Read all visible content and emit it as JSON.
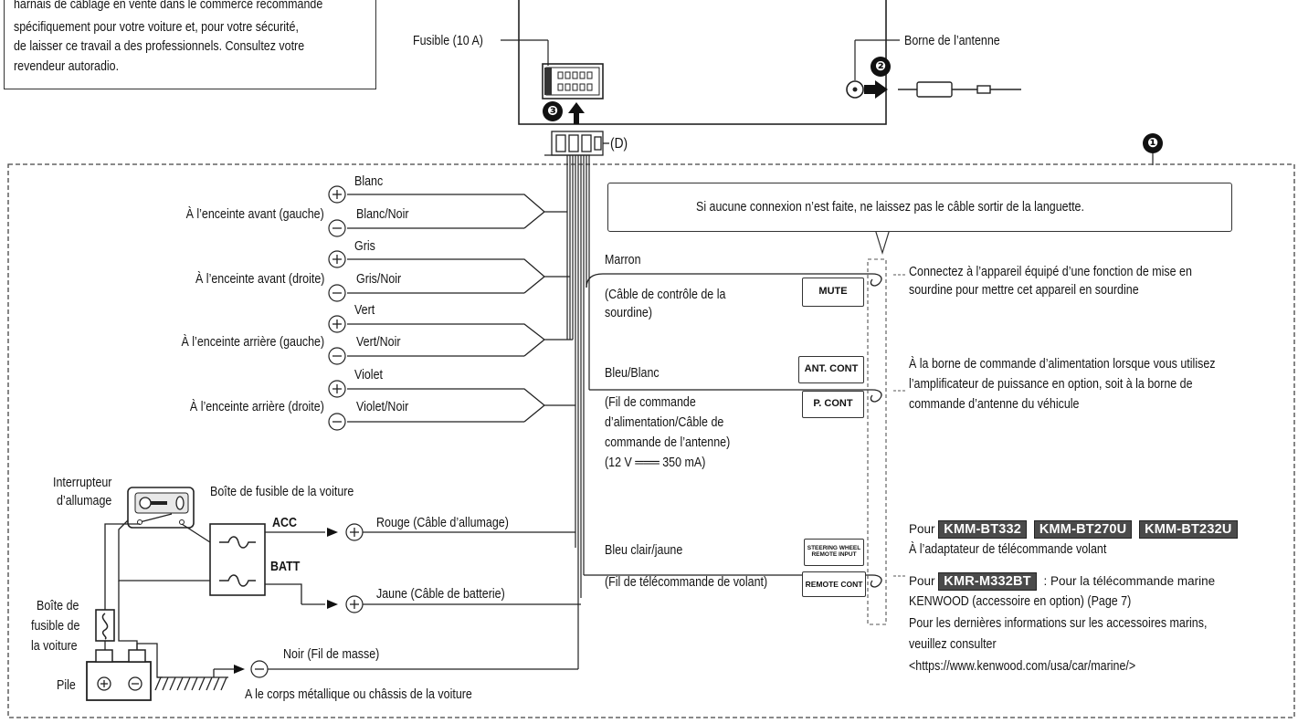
{
  "note": {
    "lines": [
      "harnais de câblage en vente dans le commerce recommandé",
      "spécifiquement pour votre voiture et, pour votre sécurité,",
      "de laisser ce travail a des professionnels. Consultez votre",
      "revendeur autoradio."
    ]
  },
  "unit": {
    "fuse_label": "Fusible (10 A)",
    "antenna_label": "Borne de l’antenne",
    "connector_label": "(D)",
    "step1": "❶",
    "step2": "❷",
    "step3": "❸"
  },
  "speakers": [
    {
      "plus": "Blanc",
      "minus": "Blanc/Noir",
      "target": "À l’enceinte avant (gauche)"
    },
    {
      "plus": "Gris",
      "minus": "Gris/Noir",
      "target": "À l’enceinte avant (droite)"
    },
    {
      "plus": "Vert",
      "minus": "Vert/Noir",
      "target": "À l’enceinte arrière (gauche)"
    },
    {
      "plus": "Violet",
      "minus": "Violet/Noir",
      "target": "À l’enceinte arrière (droite)"
    }
  ],
  "symbols": {
    "plus": "+",
    "minus": "−"
  },
  "callout": "Si aucune connexion n’est faite, ne laissez pas le câble sortir de la languette.",
  "wires": {
    "mute": {
      "color": "Marron",
      "desc": [
        "(Câble de contrôle de la",
        "sourdine)"
      ],
      "tag": "MUTE",
      "note": [
        "Connectez à l’appareil équipé d’une fonction de mise en",
        "sourdine pour mettre cet appareil en sourdine"
      ]
    },
    "pcont": {
      "color": "Bleu/Blanc",
      "desc": [
        "(Fil de commande",
        "d’alimentation/Câble de",
        "commande de l’antenne)",
        "(12 V ═══ 350 mA)"
      ],
      "tag_top": "ANT. CONT",
      "tag_bottom": "P. CONT",
      "note": [
        "À la borne de commande d’alimentation lorsque vous utilisez",
        "l’amplificateur de puissance en option, soit à la borne de",
        "commande d’antenne du véhicule"
      ]
    },
    "remote": {
      "color": "Bleu clair/jaune",
      "desc": "(Fil de télécommande de volant)",
      "tag_top": [
        "STEERING WHEEL",
        "REMOTE INPUT"
      ],
      "tag_bottom": "REMOTE CONT",
      "pour1": "Pour",
      "models1": [
        "KMM-BT332",
        "KMM-BT270U",
        "KMM-BT232U"
      ],
      "line1b": "À l’adaptateur de télécommande volant",
      "pour2": "Pour",
      "models2": [
        "KMR-M332BT"
      ],
      "line2": " : Pour la télécommande marine",
      "line3": "KENWOOD (accessoire en option) (Page 7)",
      "line4": "Pour les dernières informations sur les accessoires marins,",
      "line5": "veuillez consulter",
      "line6": "<https://www.kenwood.com/usa/car/marine/>"
    }
  },
  "power": {
    "ignition_switch": [
      "Interrupteur",
      "d’allumage"
    ],
    "fuse_box_top": "Boîte de fusible de la voiture",
    "acc": "ACC",
    "batt": "BATT",
    "red_wire": "Rouge (Câble d’allumage)",
    "yellow_wire": "Jaune (Câble de batterie)",
    "fuse_box_left": [
      "Boîte de",
      "fusible de",
      "la voiture"
    ],
    "battery": "Pile",
    "ground_wire": "Noir (Fil de masse)",
    "ground_target": "A le corps métallique ou châssis de la voiture"
  }
}
